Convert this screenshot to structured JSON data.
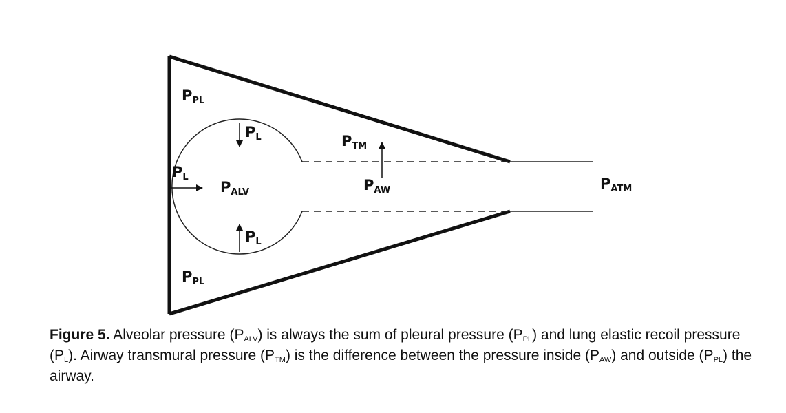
{
  "diagram": {
    "labels": {
      "p": "P",
      "ppl_top_sub": "PL",
      "ppl_bottom_sub": "PL",
      "pl_top_sub": "L",
      "pl_left_sub": "L",
      "pl_bottom_sub": "L",
      "palv_sub": "ALV",
      "ptm_sub": "TM",
      "paw_sub": "AW",
      "patm_sub": "ATM"
    }
  },
  "caption": {
    "figure_label": "Figure 5.",
    "t1": " Alveolar pressure (P",
    "s1": "ALV",
    "t2": ") is always the sum of pleural pressure (P",
    "s2": "PL",
    "t3": ") and lung elastic recoil pressure (P",
    "s3": "L",
    "t4": "). Airway transmural pressure (P",
    "s4": "TM",
    "t5": ") is the difference between the pressure inside (P",
    "s5": "AW",
    "t6": ") and outside (P",
    "s6": "PL",
    "t7": ") the airway."
  }
}
